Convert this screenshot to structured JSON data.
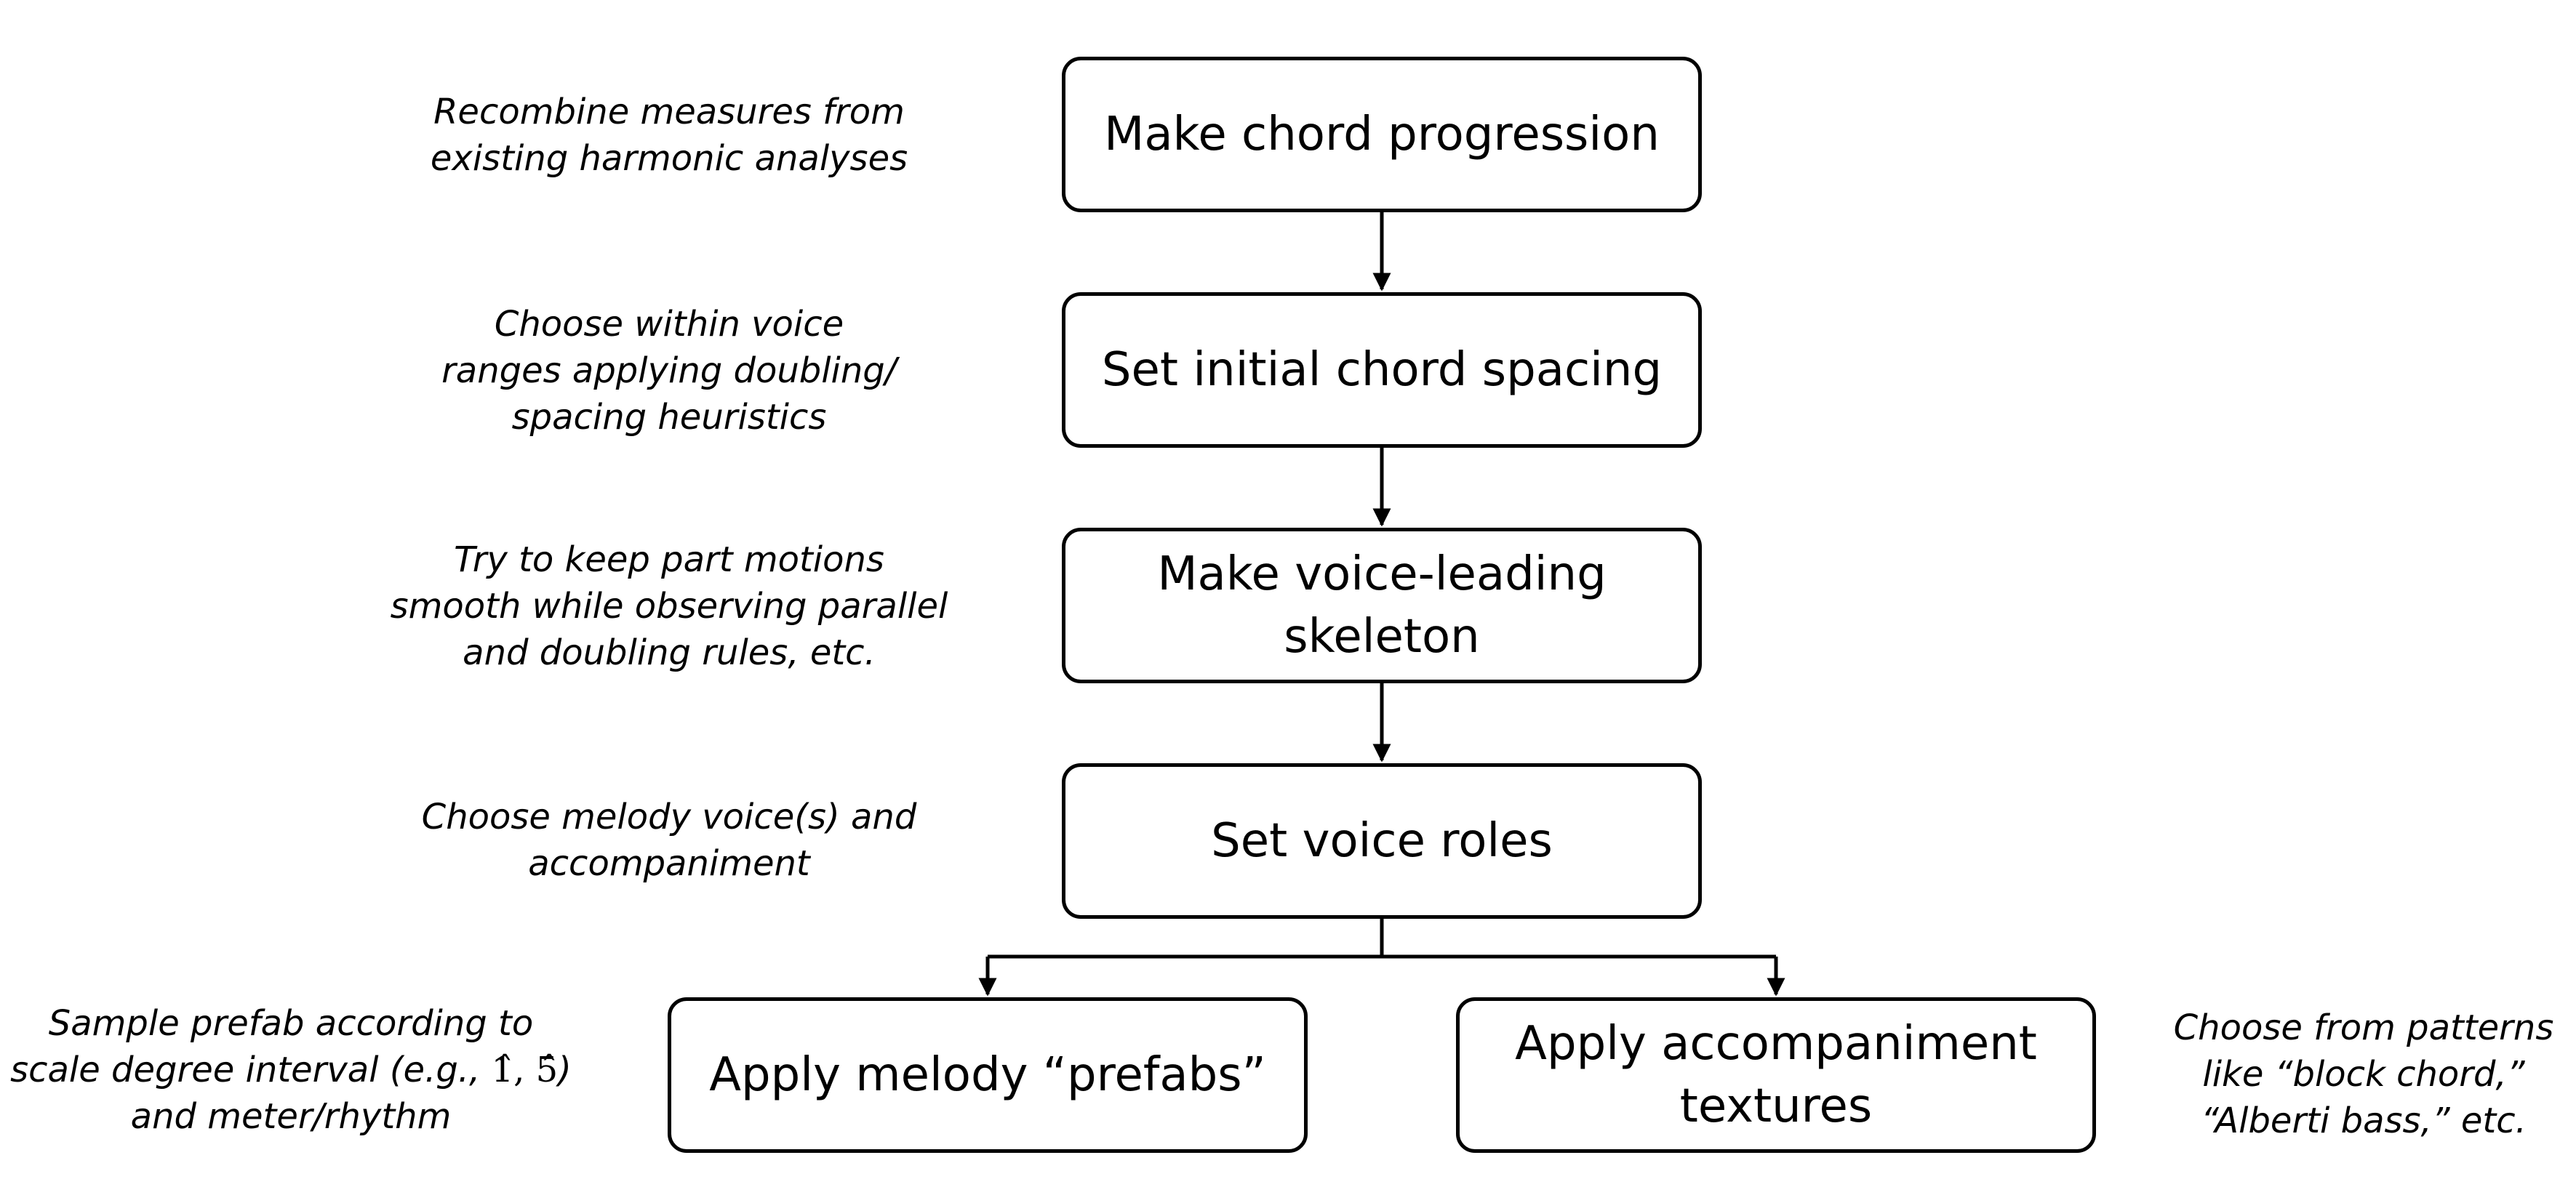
{
  "colors": {
    "stroke": "#000000",
    "background": "#ffffff",
    "text": "#000000"
  },
  "nodes": {
    "chord_progression": "Make chord progression",
    "chord_spacing": "Set initial chord spacing",
    "voice_leading_line1": "Make voice-leading",
    "voice_leading_line2": "skeleton",
    "voice_roles": "Set voice roles",
    "melody_prefabs": "Apply melody “prefabs”",
    "accompaniment_line1": "Apply accompaniment",
    "accompaniment_line2": "textures"
  },
  "annotations": {
    "chord_progression": [
      "Recombine measures from",
      "existing harmonic analyses"
    ],
    "chord_spacing": [
      "Choose within voice",
      "ranges applying doubling/",
      "spacing heuristics"
    ],
    "voice_leading": [
      "Try to keep part motions",
      "smooth while observing parallel",
      "and doubling rules, etc."
    ],
    "voice_roles": [
      "Choose melody voice(s) and",
      "accompaniment"
    ],
    "melody_prefabs": {
      "line1": "Sample prefab according to",
      "line2_prefix": "scale degree interval (e.g., ",
      "line2_math": "1̂, 5̂",
      "line2_suffix": ")",
      "line3": "and meter/rhythm"
    },
    "accompaniment": [
      "Choose from patterns",
      "like “block chord,”",
      "“Alberti bass,” etc."
    ]
  }
}
